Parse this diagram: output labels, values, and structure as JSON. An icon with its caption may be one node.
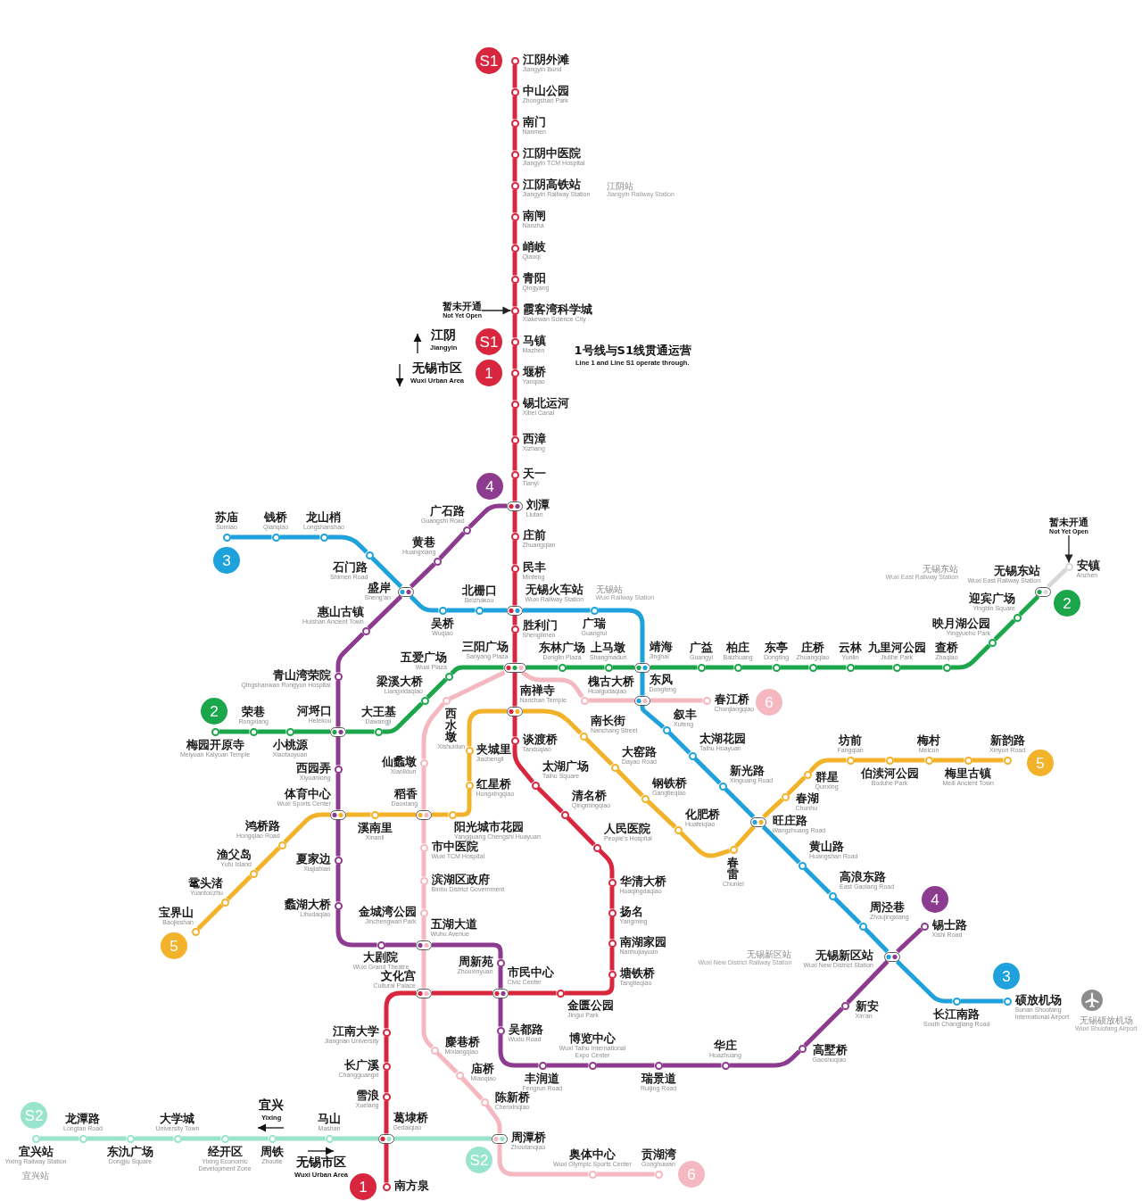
{
  "diagram": {
    "nodes": [
      {
        "text": [
          "S1"
        ]
      },
      {
        "text": [
          "江阴外滩",
          "Jiangyin Bund"
        ]
      },
      {
        "text": [
          "中山公园",
          "Zhongshan Park"
        ]
      },
      {
        "text": [
          "南门",
          "Nanmen"
        ]
      },
      {
        "text": [
          "江阴中医院",
          "Jiangyin TCM Hospital"
        ]
      },
      {
        "text": [
          "江阴高铁站",
          "Jiangyin Railway Station"
        ],
        "beside": [
          "江阴站",
          "Jiangyin Railway Station"
        ]
      },
      {
        "text": [
          "南闸",
          "Nanzha"
        ]
      },
      {
        "text": [
          "峭岐",
          "Qiaoqi"
        ]
      },
      {
        "text": [
          "青阳",
          "Qingyang"
        ]
      },
      {
        "text": [
          "霞客湾科学城",
          "Xiakewan Science City"
        ]
      },
      {
        "text": [
          "暂未开通",
          "Not Yet Open"
        ]
      },
      {
        "text": [
          "S1"
        ]
      },
      {
        "text": [
          "马镇",
          "Mazhen"
        ]
      },
      {
        "text": [
          "1"
        ]
      },
      {
        "text": [
          "堰桥",
          "Yanqiao"
        ]
      },
      {
        "text": [
          "锡北运河",
          "Xibei Canal"
        ]
      },
      {
        "text": [
          "西漳",
          "Xizhang"
        ]
      },
      {
        "text": [
          "天一",
          "Tianyi"
        ]
      },
      {
        "text": [
          "4"
        ]
      },
      {
        "text": [
          "刘潭",
          "Liutan"
        ]
      },
      {
        "text": [
          "苏庙",
          "Sumiao"
        ]
      },
      {
        "text": [
          "钱桥",
          "Qianqiao"
        ]
      },
      {
        "text": [
          "龙山梢",
          "Longshanshao"
        ]
      },
      {
        "text": [
          "广石路",
          "Guangshi Road"
        ]
      },
      {
        "text": [
          "庄前",
          "Zhuangqian"
        ]
      },
      {
        "text": [
          "3"
        ]
      },
      {
        "text": [
          "黄巷",
          "Huangxiang"
        ]
      },
      {
        "text": [
          "石门路",
          "Shimen Road"
        ]
      },
      {
        "text": [
          "民丰",
          "Minfeng"
        ]
      },
      {
        "text": [
          "暂未开通",
          "Not Yet Open"
        ]
      },
      {
        "text": [
          "安镇",
          "Anzhen"
        ]
      },
      {
        "text": [
          "无锡东站",
          "Wuxi East Railway Station"
        ],
        "beside": [
          "无锡东站",
          "Wuxi East Railway Station"
        ]
      },
      {
        "text": [
          "盛岸",
          "Sheng'an"
        ]
      },
      {
        "text": [
          "北栅口",
          "Beizhakou"
        ]
      },
      {
        "text": [
          "无锡火车站",
          "Wuxi Railway Station"
        ],
        "beside": [
          "无锡站",
          "Wuxi Railway Station"
        ]
      },
      {
        "text": [
          "2"
        ]
      },
      {
        "text": [
          "迎宾广场",
          "Yingbin Square"
        ]
      },
      {
        "text": [
          "吴桥",
          "Wuqiao"
        ]
      },
      {
        "text": [
          "惠山古镇",
          "Huishan Ancient Town"
        ]
      },
      {
        "text": [
          "广瑞",
          "Guangrui"
        ]
      },
      {
        "text": [
          "胜利门",
          "Shenglimen"
        ]
      },
      {
        "text": [
          "映月湖公园",
          "Yingyuehu Park"
        ]
      },
      {
        "text": [
          "三阳广场",
          "Sanyang Plaza"
        ]
      },
      {
        "text": [
          "东林广场",
          "Donglin Plaza"
        ]
      },
      {
        "text": [
          "上马墩",
          "Shangmadun"
        ]
      },
      {
        "text": [
          "靖海",
          "Jinghai"
        ]
      },
      {
        "text": [
          "广益",
          "Guangyi"
        ]
      },
      {
        "text": [
          "柏庄",
          "Baizhuang"
        ]
      },
      {
        "text": [
          "东亭",
          "Dongting"
        ]
      },
      {
        "text": [
          "庄桥",
          "Zhuangqiao"
        ]
      },
      {
        "text": [
          "云林",
          "Yunlin"
        ]
      },
      {
        "text": [
          "九里河公园",
          "Jiulihe Park"
        ]
      },
      {
        "text": [
          "查桥",
          "Zhaqiao"
        ]
      },
      {
        "text": [
          "五爱广场",
          "Wuai Plaza"
        ]
      },
      {
        "text": [
          "青山湾荣院",
          "Qingshanwan Rongyun Hospital"
        ]
      },
      {
        "text": [
          "梁溪大桥",
          "Liangxidaqiao"
        ]
      },
      {
        "text": [
          "槐古大桥",
          "Huaigudaqiao"
        ]
      },
      {
        "text": [
          "东风",
          "Dongfeng"
        ]
      },
      {
        "text": [
          "春江桥",
          "Chunjiangqiao"
        ]
      },
      {
        "text": [
          "6"
        ]
      },
      {
        "text": [
          "2"
        ]
      },
      {
        "text": [
          "南禅寺",
          "Nanchan Temple"
        ]
      },
      {
        "text": [
          "西水墩",
          "Xishuidun"
        ]
      },
      {
        "text": [
          "梅园开原寺",
          "Meiyuan Kaiyuan Temple"
        ]
      },
      {
        "text": [
          "荣巷",
          "Rongxiang"
        ]
      },
      {
        "text": [
          "小桃源",
          "Xiaotaoyuan"
        ]
      },
      {
        "text": [
          "河埒口",
          "Helekou"
        ]
      },
      {
        "text": [
          "大王基",
          "Dawangji"
        ]
      },
      {
        "text": [
          "叙丰",
          "Xufeng"
        ]
      },
      {
        "text": [
          "南长街",
          "Nanchang Street"
        ]
      },
      {
        "text": [
          "太湖花园",
          "Taihu Huayuan"
        ]
      },
      {
        "text": [
          "坊前",
          "Fangqian"
        ]
      },
      {
        "text": [
          "梅村",
          "Meicun"
        ]
      },
      {
        "text": [
          "新韵路",
          "Xinyun Road"
        ]
      },
      {
        "text": [
          "5"
        ]
      },
      {
        "text": [
          "谈渡桥",
          "Tanduqiao"
        ]
      },
      {
        "text": [
          "夹城里",
          "Jiachengli"
        ]
      },
      {
        "text": [
          "仙蠡墩",
          "Xianlidun"
        ]
      },
      {
        "text": [
          "大窑路",
          "Dayao Road"
        ]
      },
      {
        "text": [
          "西园弄",
          "Xiyuanlong"
        ]
      },
      {
        "text": [
          "群星",
          "Qunxing"
        ]
      },
      {
        "text": [
          "伯渎河公园",
          "Boduhe Park"
        ]
      },
      {
        "text": [
          "梅里古镇",
          "Meili Ancient Town"
        ]
      },
      {
        "text": [
          "新光路",
          "Xinguang Road"
        ]
      },
      {
        "text": [
          "太湖广场",
          "Taihu Square"
        ]
      },
      {
        "text": [
          "红星桥",
          "Hongxingqiao"
        ]
      },
      {
        "text": [
          "春湖",
          "Chunhu"
        ]
      },
      {
        "text": [
          "钢铁桥",
          "Gangtieqiao"
        ]
      },
      {
        "text": [
          "清名桥",
          "Qingmingqiao"
        ]
      },
      {
        "text": [
          "体育中心",
          "Wuxi Sports Center"
        ]
      },
      {
        "text": [
          "溪南里",
          "Xinanli"
        ]
      },
      {
        "text": [
          "稻香",
          "Daoxiang"
        ]
      },
      {
        "text": [
          "阳光城市花园",
          "Yangguang Chengshi Huayuan"
        ]
      },
      {
        "text": [
          "旺庄路",
          "Wangzhuang Road"
        ]
      },
      {
        "text": [
          "化肥桥",
          "Huafeiqiao"
        ]
      },
      {
        "text": [
          "人民医院",
          "People's Hospital"
        ]
      },
      {
        "text": [
          "鸿桥路",
          "Hongqiao Road"
        ]
      },
      {
        "text": [
          "市中医院",
          "Wuxi TCM Hospital"
        ]
      },
      {
        "text": [
          "春雷",
          "Chunlei"
        ]
      },
      {
        "text": [
          "夏家边",
          "Xiajiabian"
        ]
      },
      {
        "text": [
          "黄山路",
          "Huangshan Road"
        ]
      },
      {
        "text": [
          "渔父岛",
          "Yufu Island"
        ]
      },
      {
        "text": [
          "滨湖区政府",
          "Binhu District Government"
        ]
      },
      {
        "text": [
          "华清大桥",
          "Huaqingdaqiao"
        ]
      },
      {
        "text": [
          "高浪东路",
          "East Gaolang Road"
        ]
      },
      {
        "text": [
          "4"
        ]
      },
      {
        "text": [
          "鼋头渚",
          "Yuantouzhu"
        ]
      },
      {
        "text": [
          "蠡湖大桥",
          "Lihudaqiao"
        ]
      },
      {
        "text": [
          "金城湾公园",
          "Jinchengwan Park"
        ]
      },
      {
        "text": [
          "扬名",
          "Yangming"
        ]
      },
      {
        "text": [
          "周泾巷",
          "Zhoujingxiang"
        ]
      },
      {
        "text": [
          "锡士路",
          "Xishi Road"
        ]
      },
      {
        "text": [
          "宝界山",
          "Baojieshan"
        ]
      },
      {
        "text": [
          "5"
        ]
      },
      {
        "text": [
          "大剧院",
          "Wuxi Grand Theatre"
        ]
      },
      {
        "text": [
          "五湖大道",
          "Wuhu Avenue"
        ]
      },
      {
        "text": [
          "南湖家园",
          "Nanhujiayuan"
        ]
      },
      {
        "text": [
          "无锡新区站",
          "Wuxi New District Station"
        ],
        "beside": [
          "无锡新区站",
          "Wuxi New District Railway Station"
        ]
      },
      {
        "text": [
          "周新苑",
          "Zhouxinyuan"
        ]
      },
      {
        "text": [
          "塘铁桥",
          "Tangtieqiao"
        ]
      },
      {
        "text": [
          "3"
        ]
      },
      {
        "text": [
          "文化宫",
          "Cultural Palace"
        ]
      },
      {
        "text": [
          "市民中心",
          "Civic Center"
        ]
      },
      {
        "text": [
          "金匮公园",
          "Jingui Park"
        ]
      },
      {
        "text": [
          "长江南路",
          "South Changjiang Road"
        ]
      },
      {
        "text": [
          "硕放机场",
          "Sunan Shuofang International Airport"
        ],
        "beside": [
          "无锡硕放机场",
          "Wuxi Shuofang Airport"
        ]
      },
      {
        "text": [
          "新安",
          "Xin'an"
        ]
      },
      {
        "text": [
          "吴都路",
          "Wudu Road"
        ]
      },
      {
        "text": [
          "江南大学",
          "Jiangnan University"
        ]
      },
      {
        "text": [
          "麋巷桥",
          "Mixiangqiao"
        ]
      },
      {
        "text": [
          "博览中心",
          "Wuxi Taihu International Expo Center"
        ]
      },
      {
        "text": [
          "华庄",
          "Huazhuang"
        ]
      },
      {
        "text": [
          "高墅桥",
          "Gaoshuqiao"
        ]
      },
      {
        "text": [
          "长广溪",
          "Changguangxi"
        ]
      },
      {
        "text": [
          "丰润道",
          "Fengrun Road"
        ]
      },
      {
        "text": [
          "瑞景道",
          "Ruijing Road"
        ]
      },
      {
        "text": [
          "庙桥",
          "Miaoqiao"
        ]
      },
      {
        "text": [
          "雪浪",
          "Xuelang"
        ]
      },
      {
        "text": [
          "陈新桥",
          "Chenxinqiao"
        ]
      },
      {
        "text": [
          "S2"
        ]
      },
      {
        "text": [
          "龙潭路",
          "Longtan Road"
        ]
      },
      {
        "text": [
          "大学城",
          "University Town"
        ]
      },
      {
        "text": [
          "马山",
          "Mashan"
        ]
      },
      {
        "text": [
          "葛埭桥",
          "Gedaiqiao"
        ]
      },
      {
        "text": [
          "周潭桥",
          "Zhoutanqiao"
        ]
      },
      {
        "text": [
          "宜兴站",
          "Yixing Railway Station"
        ],
        "beside": [
          "宜兴站"
        ]
      },
      {
        "text": [
          "东氿广场",
          "Dongjiu Square"
        ]
      },
      {
        "text": [
          "经开区",
          "Yixing Economic Development Zone"
        ]
      },
      {
        "text": [
          "周铁",
          "Zhoutie"
        ]
      },
      {
        "text": [
          "S2"
        ]
      },
      {
        "text": [
          "奥体中心",
          "Wuxi Olympic Sports Center"
        ]
      },
      {
        "text": [
          "贡湖湾",
          "Gonghuwan"
        ]
      },
      {
        "text": [
          "6"
        ]
      },
      {
        "text": [
          "1"
        ]
      },
      {
        "text": [
          "南方泉"
        ]
      }
    ],
    "edges": [
      {
        "from": 1,
        "to": 2,
        "arrow": "none",
        "color": "#d7263d"
      },
      {
        "from": 2,
        "to": 3,
        "arrow": "none",
        "color": "#d7263d"
      },
      {
        "from": 3,
        "to": 4,
        "arrow": "none",
        "color": "#d7263d"
      },
      {
        "from": 4,
        "to": 5,
        "arrow": "none",
        "color": "#d7263d"
      },
      {
        "from": 5,
        "to": 6,
        "arrow": "none",
        "color": "#d7263d"
      },
      {
        "from": 6,
        "to": 7,
        "arrow": "none",
        "color": "#d7263d"
      },
      {
        "from": 7,
        "to": 8,
        "arrow": "none",
        "color": "#d7263d"
      },
      {
        "from": 8,
        "to": 9,
        "arrow": "none",
        "color": "#d7263d"
      },
      {
        "from": 9,
        "to": 12,
        "arrow": "none",
        "color": "#d7263d"
      },
      {
        "from": 12,
        "to": 14,
        "arrow": "none",
        "color": "#d7263d"
      },
      {
        "from": 14,
        "to": 15,
        "arrow": "none",
        "color": "#d7263d"
      },
      {
        "from": 15,
        "to": 16,
        "arrow": "none",
        "color": "#d7263d"
      },
      {
        "from": 16,
        "to": 17,
        "arrow": "none",
        "color": "#d7263d"
      },
      {
        "from": 17,
        "to": 19,
        "arrow": "none",
        "color": "#d7263d"
      },
      {
        "from": 19,
        "to": 24,
        "arrow": "none",
        "color": "#d7263d"
      },
      {
        "from": 24,
        "to": 28,
        "arrow": "none",
        "color": "#d7263d"
      },
      {
        "from": 28,
        "to": 34,
        "arrow": "none",
        "color": "#d7263d"
      },
      {
        "from": 34,
        "to": 40,
        "arrow": "none",
        "color": "#d7263d"
      },
      {
        "from": 40,
        "to": 42,
        "arrow": "none",
        "color": "#d7263d"
      },
      {
        "from": 42,
        "to": 61,
        "arrow": "none",
        "color": "#d7263d"
      },
      {
        "from": 61,
        "to": 75,
        "arrow": "none",
        "color": "#d7263d"
      },
      {
        "from": 75,
        "to": 84,
        "arrow": "none",
        "color": "#d7263d"
      },
      {
        "from": 84,
        "to": 88,
        "arrow": "none",
        "color": "#d7263d"
      },
      {
        "from": 88,
        "to": 95,
        "arrow": "none",
        "color": "#d7263d"
      },
      {
        "from": 95,
        "to": 103,
        "arrow": "none",
        "color": "#d7263d"
      },
      {
        "from": 103,
        "to": 109,
        "arrow": "none",
        "color": "#d7263d"
      },
      {
        "from": 109,
        "to": 116,
        "arrow": "none",
        "color": "#d7263d"
      },
      {
        "from": 116,
        "to": 119,
        "arrow": "none",
        "color": "#d7263d"
      },
      {
        "from": 119,
        "to": 123,
        "arrow": "none",
        "color": "#d7263d"
      },
      {
        "from": 123,
        "to": 122,
        "arrow": "none",
        "color": "#d7263d"
      },
      {
        "from": 122,
        "to": 121,
        "arrow": "none",
        "color": "#d7263d"
      },
      {
        "from": 121,
        "to": 128,
        "arrow": "none",
        "color": "#d7263d"
      },
      {
        "from": 128,
        "to": 133,
        "arrow": "none",
        "color": "#d7263d"
      },
      {
        "from": 133,
        "to": 137,
        "arrow": "none",
        "color": "#d7263d"
      },
      {
        "from": 137,
        "to": 143,
        "arrow": "none",
        "color": "#d7263d"
      },
      {
        "from": 143,
        "to": 154,
        "arrow": "none",
        "color": "#d7263d"
      },
      {
        "from": 63,
        "to": 64,
        "arrow": "none",
        "color": "#1ca64c"
      },
      {
        "from": 64,
        "to": 65,
        "arrow": "none",
        "color": "#1ca64c"
      },
      {
        "from": 65,
        "to": 66,
        "arrow": "none",
        "color": "#1ca64c"
      },
      {
        "from": 66,
        "to": 67,
        "arrow": "none",
        "color": "#1ca64c"
      },
      {
        "from": 67,
        "to": 55,
        "arrow": "none",
        "color": "#1ca64c"
      },
      {
        "from": 55,
        "to": 53,
        "arrow": "none",
        "color": "#1ca64c"
      },
      {
        "from": 53,
        "to": 42,
        "arrow": "none",
        "color": "#1ca64c"
      },
      {
        "from": 42,
        "to": 43,
        "arrow": "none",
        "color": "#1ca64c"
      },
      {
        "from": 43,
        "to": 44,
        "arrow": "none",
        "color": "#1ca64c"
      },
      {
        "from": 44,
        "to": 45,
        "arrow": "none",
        "color": "#1ca64c"
      },
      {
        "from": 45,
        "to": 46,
        "arrow": "none",
        "color": "#1ca64c"
      },
      {
        "from": 46,
        "to": 47,
        "arrow": "none",
        "color": "#1ca64c"
      },
      {
        "from": 47,
        "to": 48,
        "arrow": "none",
        "color": "#1ca64c"
      },
      {
        "from": 48,
        "to": 49,
        "arrow": "none",
        "color": "#1ca64c"
      },
      {
        "from": 49,
        "to": 50,
        "arrow": "none",
        "color": "#1ca64c"
      },
      {
        "from": 50,
        "to": 51,
        "arrow": "none",
        "color": "#1ca64c"
      },
      {
        "from": 51,
        "to": 52,
        "arrow": "none",
        "color": "#1ca64c"
      },
      {
        "from": 52,
        "to": 41,
        "arrow": "none",
        "color": "#1ca64c"
      },
      {
        "from": 41,
        "to": 36,
        "arrow": "none",
        "color": "#1ca64c"
      },
      {
        "from": 36,
        "to": 31,
        "arrow": "none",
        "color": "#1ca64c"
      },
      {
        "from": 31,
        "to": 30,
        "arrow": "none",
        "color": "#d9d9d9"
      },
      {
        "from": 20,
        "to": 21,
        "arrow": "none",
        "color": "#1fa2db"
      },
      {
        "from": 21,
        "to": 22,
        "arrow": "none",
        "color": "#1fa2db"
      },
      {
        "from": 22,
        "to": 27,
        "arrow": "none",
        "color": "#1fa2db"
      },
      {
        "from": 27,
        "to": 32,
        "arrow": "none",
        "color": "#1fa2db"
      },
      {
        "from": 32,
        "to": 37,
        "arrow": "none",
        "color": "#1fa2db"
      },
      {
        "from": 37,
        "to": 33,
        "arrow": "none",
        "color": "#1fa2db"
      },
      {
        "from": 33,
        "to": 34,
        "arrow": "none",
        "color": "#1fa2db"
      },
      {
        "from": 34,
        "to": 39,
        "arrow": "none",
        "color": "#1fa2db"
      },
      {
        "from": 39,
        "to": 45,
        "arrow": "none",
        "color": "#1fa2db"
      },
      {
        "from": 45,
        "to": 57,
        "arrow": "none",
        "color": "#1fa2db"
      },
      {
        "from": 57,
        "to": 68,
        "arrow": "none",
        "color": "#1fa2db"
      },
      {
        "from": 68,
        "to": 70,
        "arrow": "none",
        "color": "#1fa2db"
      },
      {
        "from": 70,
        "to": 83,
        "arrow": "none",
        "color": "#1fa2db"
      },
      {
        "from": 83,
        "to": 93,
        "arrow": "none",
        "color": "#1fa2db"
      },
      {
        "from": 93,
        "to": 100,
        "arrow": "none",
        "color": "#1fa2db"
      },
      {
        "from": 100,
        "to": 104,
        "arrow": "none",
        "color": "#1fa2db"
      },
      {
        "from": 104,
        "to": 110,
        "arrow": "none",
        "color": "#1fa2db"
      },
      {
        "from": 110,
        "to": 117,
        "arrow": "none",
        "color": "#1fa2db"
      },
      {
        "from": 117,
        "to": 124,
        "arrow": "none",
        "color": "#1fa2db"
      },
      {
        "from": 124,
        "to": 125,
        "arrow": "none",
        "color": "#1fa2db"
      },
      {
        "from": 19,
        "to": 23,
        "arrow": "none",
        "color": "#8d3b8e"
      },
      {
        "from": 23,
        "to": 26,
        "arrow": "none",
        "color": "#8d3b8e"
      },
      {
        "from": 26,
        "to": 32,
        "arrow": "none",
        "color": "#8d3b8e"
      },
      {
        "from": 32,
        "to": 38,
        "arrow": "none",
        "color": "#8d3b8e"
      },
      {
        "from": 38,
        "to": 54,
        "arrow": "none",
        "color": "#8d3b8e"
      },
      {
        "from": 54,
        "to": 66,
        "arrow": "none",
        "color": "#8d3b8e"
      },
      {
        "from": 66,
        "to": 79,
        "arrow": "none",
        "color": "#8d3b8e"
      },
      {
        "from": 79,
        "to": 89,
        "arrow": "none",
        "color": "#8d3b8e"
      },
      {
        "from": 89,
        "to": 99,
        "arrow": "none",
        "color": "#8d3b8e"
      },
      {
        "from": 99,
        "to": 107,
        "arrow": "none",
        "color": "#8d3b8e"
      },
      {
        "from": 107,
        "to": 114,
        "arrow": "none",
        "color": "#8d3b8e"
      },
      {
        "from": 114,
        "to": 115,
        "arrow": "none",
        "color": "#8d3b8e"
      },
      {
        "from": 115,
        "to": 118,
        "arrow": "none",
        "color": "#8d3b8e"
      },
      {
        "from": 118,
        "to": 122,
        "arrow": "none",
        "color": "#8d3b8e"
      },
      {
        "from": 122,
        "to": 127,
        "arrow": "none",
        "color": "#8d3b8e"
      },
      {
        "from": 127,
        "to": 134,
        "arrow": "none",
        "color": "#8d3b8e"
      },
      {
        "from": 134,
        "to": 130,
        "arrow": "none",
        "color": "#8d3b8e"
      },
      {
        "from": 130,
        "to": 135,
        "arrow": "none",
        "color": "#8d3b8e"
      },
      {
        "from": 135,
        "to": 131,
        "arrow": "none",
        "color": "#8d3b8e"
      },
      {
        "from": 131,
        "to": 132,
        "arrow": "none",
        "color": "#8d3b8e"
      },
      {
        "from": 132,
        "to": 126,
        "arrow": "none",
        "color": "#8d3b8e"
      },
      {
        "from": 126,
        "to": 117,
        "arrow": "none",
        "color": "#8d3b8e"
      },
      {
        "from": 117,
        "to": 111,
        "arrow": "none",
        "color": "#8d3b8e"
      },
      {
        "from": 112,
        "to": 106,
        "arrow": "none",
        "color": "#f2b229"
      },
      {
        "from": 106,
        "to": 101,
        "arrow": "none",
        "color": "#f2b229"
      },
      {
        "from": 101,
        "to": 96,
        "arrow": "none",
        "color": "#f2b229"
      },
      {
        "from": 96,
        "to": 89,
        "arrow": "none",
        "color": "#f2b229"
      },
      {
        "from": 89,
        "to": 90,
        "arrow": "none",
        "color": "#f2b229"
      },
      {
        "from": 90,
        "to": 91,
        "arrow": "none",
        "color": "#f2b229"
      },
      {
        "from": 91,
        "to": 92,
        "arrow": "none",
        "color": "#f2b229"
      },
      {
        "from": 92,
        "to": 85,
        "arrow": "none",
        "color": "#f2b229"
      },
      {
        "from": 85,
        "to": 76,
        "arrow": "none",
        "color": "#f2b229"
      },
      {
        "from": 76,
        "to": 61,
        "arrow": "none",
        "color": "#f2b229"
      },
      {
        "from": 61,
        "to": 69,
        "arrow": "none",
        "color": "#f2b229"
      },
      {
        "from": 69,
        "to": 78,
        "arrow": "none",
        "color": "#f2b229"
      },
      {
        "from": 78,
        "to": 87,
        "arrow": "none",
        "color": "#f2b229"
      },
      {
        "from": 87,
        "to": 94,
        "arrow": "none",
        "color": "#f2b229"
      },
      {
        "from": 94,
        "to": 98,
        "arrow": "none",
        "color": "#f2b229"
      },
      {
        "from": 98,
        "to": 93,
        "arrow": "none",
        "color": "#f2b229"
      },
      {
        "from": 93,
        "to": 86,
        "arrow": "none",
        "color": "#f2b229"
      },
      {
        "from": 86,
        "to": 80,
        "arrow": "none",
        "color": "#f2b229"
      },
      {
        "from": 80,
        "to": 71,
        "arrow": "none",
        "color": "#f2b229"
      },
      {
        "from": 71,
        "to": 81,
        "arrow": "none",
        "color": "#f2b229"
      },
      {
        "from": 81,
        "to": 72,
        "arrow": "none",
        "color": "#f2b229"
      },
      {
        "from": 72,
        "to": 82,
        "arrow": "none",
        "color": "#f2b229"
      },
      {
        "from": 82,
        "to": 73,
        "arrow": "none",
        "color": "#f2b229"
      },
      {
        "from": 58,
        "to": 57,
        "arrow": "none",
        "color": "#f5b8c0"
      },
      {
        "from": 57,
        "to": 56,
        "arrow": "none",
        "color": "#f5b8c0"
      },
      {
        "from": 56,
        "to": 42,
        "arrow": "none",
        "color": "#f5b8c0"
      },
      {
        "from": 42,
        "to": 62,
        "arrow": "none",
        "color": "#f5b8c0"
      },
      {
        "from": 62,
        "to": 77,
        "arrow": "none",
        "color": "#f5b8c0"
      },
      {
        "from": 77,
        "to": 91,
        "arrow": "none",
        "color": "#f5b8c0"
      },
      {
        "from": 91,
        "to": 97,
        "arrow": "none",
        "color": "#f5b8c0"
      },
      {
        "from": 97,
        "to": 102,
        "arrow": "none",
        "color": "#f5b8c0"
      },
      {
        "from": 102,
        "to": 108,
        "arrow": "none",
        "color": "#f5b8c0"
      },
      {
        "from": 108,
        "to": 115,
        "arrow": "none",
        "color": "#f5b8c0"
      },
      {
        "from": 115,
        "to": 121,
        "arrow": "none",
        "color": "#f5b8c0"
      },
      {
        "from": 121,
        "to": 129,
        "arrow": "none",
        "color": "#f5b8c0"
      },
      {
        "from": 129,
        "to": 136,
        "arrow": "none",
        "color": "#f5b8c0"
      },
      {
        "from": 136,
        "to": 138,
        "arrow": "none",
        "color": "#f5b8c0"
      },
      {
        "from": 138,
        "to": 144,
        "arrow": "none",
        "color": "#f5b8c0"
      },
      {
        "from": 144,
        "to": 150,
        "arrow": "none",
        "color": "#f5b8c0"
      },
      {
        "from": 150,
        "to": 151,
        "arrow": "none",
        "color": "#f5b8c0"
      },
      {
        "from": 145,
        "to": 140,
        "arrow": "none",
        "color": "#98e4cc"
      },
      {
        "from": 140,
        "to": 146,
        "arrow": "none",
        "color": "#98e4cc"
      },
      {
        "from": 146,
        "to": 141,
        "arrow": "none",
        "color": "#98e4cc"
      },
      {
        "from": 141,
        "to": 147,
        "arrow": "none",
        "color": "#98e4cc"
      },
      {
        "from": 147,
        "to": 148,
        "arrow": "none",
        "color": "#98e4cc"
      },
      {
        "from": 148,
        "to": 142,
        "arrow": "none",
        "color": "#98e4cc"
      },
      {
        "from": 142,
        "to": 143,
        "arrow": "none",
        "color": "#98e4cc"
      },
      {
        "from": 143,
        "to": 144,
        "arrow": "none",
        "color": "#98e4cc"
      },
      {
        "from": 10,
        "to": 9,
        "arrow": "to",
        "color": "#222222"
      },
      {
        "from": 29,
        "to": 30,
        "arrow": "to",
        "color": "#222222"
      }
    ],
    "labels": [
      "江阴",
      "Jiangyin",
      "无锡市区",
      "Wuxi Urban Area",
      "1号线与S1线贯通运营",
      "Line 1 and Line S1 operate through.",
      "宜兴",
      "Yixing",
      "无锡市区",
      "Wuxi Urban Area"
    ]
  }
}
